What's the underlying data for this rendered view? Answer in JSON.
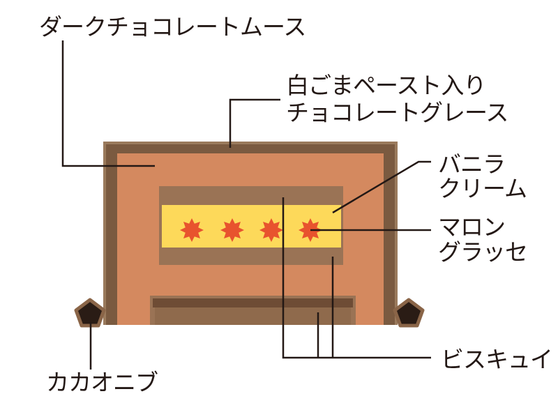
{
  "labels": {
    "mousse": "ダークチョコレートムース",
    "glace_line1": "白ごまペースト入り",
    "glace_line2": "チョコレートグレース",
    "vanilla_line1": "バニラ",
    "vanilla_line2": "クリーム",
    "marron_line1": "マロン",
    "marron_line2": "グラッセ",
    "biscuit": "ビスキュイ",
    "cacao_nibs": "カカオニブ"
  },
  "colors": {
    "glace": "#7a5a40",
    "mousse": "#d4895f",
    "biscuit": "#9a7355",
    "cream": "#fdd95a",
    "marron": "#e8532e",
    "nibs": "#2a1c15",
    "line": "#231815"
  }
}
